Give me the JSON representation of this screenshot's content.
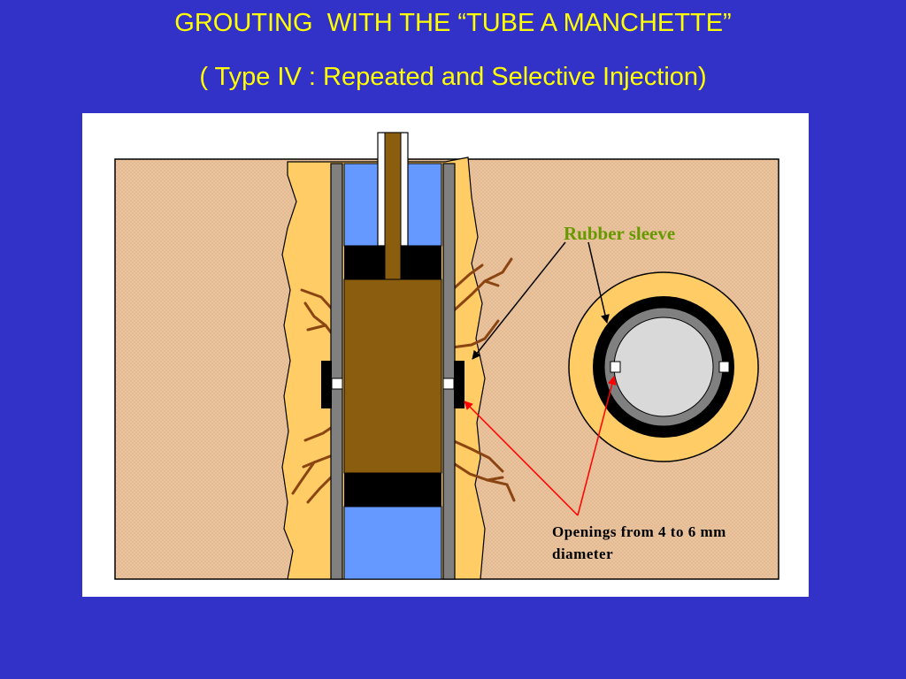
{
  "slide": {
    "title": "GROUTING  WITH THE “TUBE A MANCHETTE”",
    "subtitle": "( Type IV : Repeated and Selective Injection)"
  },
  "diagram": {
    "label_rubber_sleeve": "Rubber sleeve",
    "label_openings_line1": "Openings from 4 to 6 mm",
    "label_openings_line2": "diameter"
  },
  "colors": {
    "background": "#3232c8",
    "title": "#ffff00",
    "soil": "#e9c39c",
    "grout": "#ffcc66",
    "tube_wall": "#808080",
    "water": "#6699ff",
    "packer": "#000000",
    "rod": "#8b5e0f",
    "cracks": "#8b4513",
    "sleeve_label": "#669900",
    "red_arrow": "#ff0000"
  }
}
